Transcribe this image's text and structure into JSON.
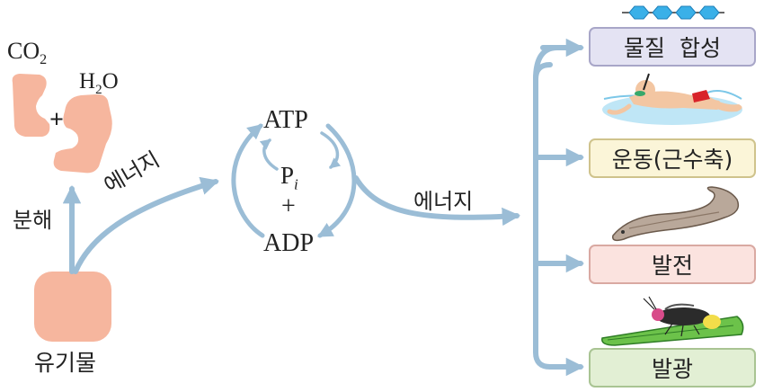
{
  "colors": {
    "arrow": "#9bbdd6",
    "blob": "#f6b69e",
    "box_synthesis": "#e4e3f3",
    "box_movement": "#fbf5d8",
    "box_electricity": "#fbe3df",
    "box_light": "#e2efd4"
  },
  "reactants": {
    "co2": {
      "main": "CO",
      "sub": "2"
    },
    "h2o": {
      "pre": "H",
      "sub": "2",
      "post": "O"
    },
    "plus": "+"
  },
  "labels": {
    "decompose": "분해",
    "energy_left": "에너지",
    "energy_right": "에너지",
    "organic": "유기물"
  },
  "cycle": {
    "atp": "ATP",
    "pi_main": "P",
    "pi_sub": "i",
    "plus": "+",
    "adp": "ADP"
  },
  "outputs": {
    "synthesis": "물질  합성",
    "movement": "운동(근수축)",
    "electricity": "발전",
    "light": "발광"
  },
  "illustrations": {
    "molecule": "molecule-chain-icon",
    "swimmer": "swimmer-icon",
    "eel": "electric-eel-icon",
    "firefly": "firefly-icon"
  }
}
